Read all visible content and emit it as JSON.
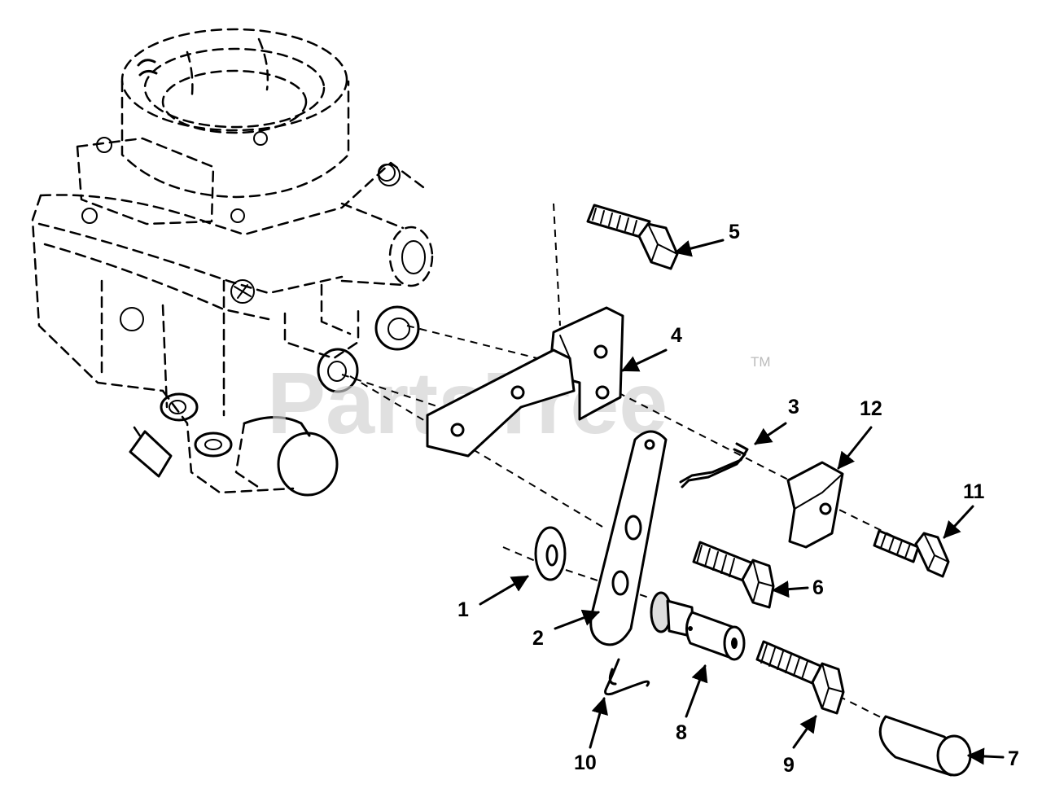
{
  "watermark": {
    "text": "PartsTree",
    "mark": "TM"
  },
  "callouts": [
    {
      "number": "1"
    },
    {
      "number": "2"
    },
    {
      "number": "3"
    },
    {
      "number": "4"
    },
    {
      "number": "5"
    },
    {
      "number": "6"
    },
    {
      "number": "7"
    },
    {
      "number": "8"
    },
    {
      "number": "9"
    },
    {
      "number": "10"
    },
    {
      "number": "11"
    },
    {
      "number": "12"
    }
  ]
}
